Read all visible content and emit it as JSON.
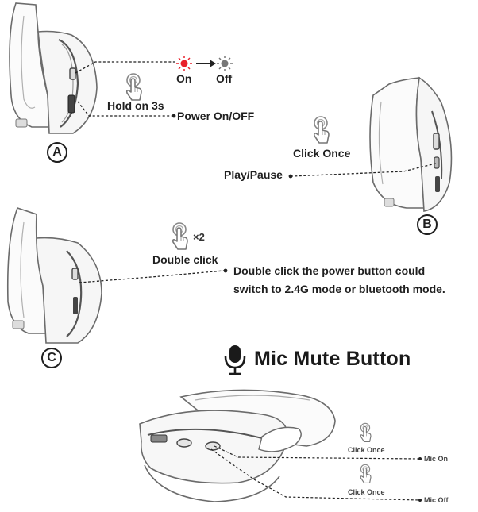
{
  "section_a": {
    "badge": "A",
    "state_on": "On",
    "state_off": "Off",
    "gesture": "Hold on 3s",
    "function": "Power On/OFF",
    "on_color": "#e8202a",
    "off_color": "#777777"
  },
  "section_b": {
    "badge": "B",
    "gesture": "Click Once",
    "function": "Play/Pause"
  },
  "section_c": {
    "badge": "C",
    "gesture": "Double click",
    "multiplier": "×2",
    "description_line1": "Double click the power button could",
    "description_line2": "switch to 2.4G mode or bluetooth mode."
  },
  "mic_section": {
    "title": "Mic Mute Button",
    "gesture_top": "Click Once",
    "function_top": "Mic On",
    "gesture_bottom": "Click Once",
    "function_bottom": "Mic Off"
  }
}
